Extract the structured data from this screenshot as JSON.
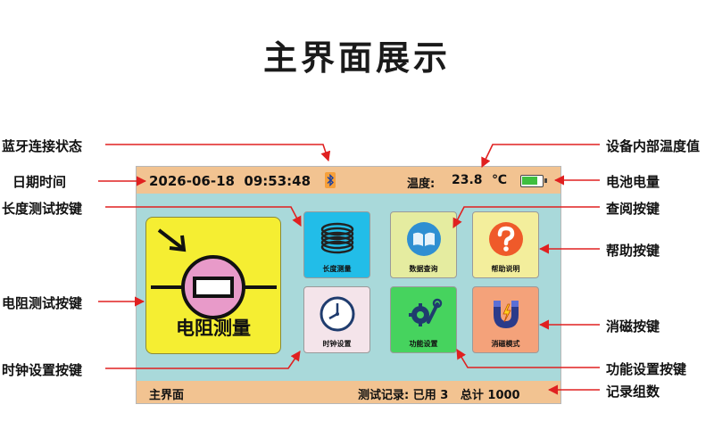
{
  "page": {
    "title": "主界面展示"
  },
  "status_bar": {
    "datetime": "2026-06-18  09:53:48",
    "temp_label": "温度:",
    "temp_value": "23.8",
    "temp_unit": "℃",
    "battery_level": 0.75
  },
  "tiles": {
    "resistance": "电阻测量",
    "length": "长度测量",
    "query": "数据查询",
    "help": "帮助说明",
    "clock": "时钟设置",
    "function": "功能设置",
    "degauss": "消磁模式"
  },
  "bottom_bar": {
    "home": "主界面",
    "records": "测试记录: 已用 3   总计 1000"
  },
  "annotations": {
    "bluetooth": "蓝牙连接状态",
    "datetime": "日期时间",
    "length_btn": "长度测试按键",
    "resistance_btn": "电阻测试按键",
    "clock_btn": "时钟设置按键",
    "temperature": "设备内部温度值",
    "battery": "电池电量",
    "query_btn": "查阅按键",
    "help_btn": "帮助按键",
    "degauss_btn": "消磁按键",
    "function_btn": "功能设置按键",
    "records": "记录组数"
  },
  "colors": {
    "screen_bg": "#a9d9da",
    "bar_bg": "#f2c391",
    "arrow": "#e02020",
    "resistance_tile": "#f5ee32"
  }
}
